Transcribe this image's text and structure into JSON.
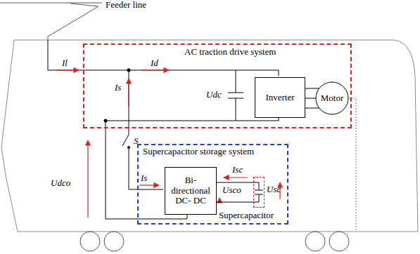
{
  "diagram": {
    "nodes": [
      {
        "text": [
          "AC traction drive system"
        ]
      },
      {
        "text": [
          "Inverter"
        ],
        "in": 0
      },
      {
        "text": [
          "Motor"
        ],
        "in": 0
      },
      {
        "text": [
          "Supercapacitor storage system"
        ]
      },
      {
        "text": [
          "Bi-directional DC- DC"
        ],
        "in": 3
      },
      {
        "text": [
          "Supercapacitor"
        ],
        "in": 3
      }
    ],
    "edges": [
      {
        "from": 1,
        "to": 2,
        "arrow": "none"
      },
      {
        "from": 1,
        "to": 2,
        "arrow": "none"
      },
      {
        "from": 1,
        "to": 2,
        "arrow": "none"
      },
      {
        "from": 4,
        "to": 5,
        "arrow": "none"
      },
      {
        "from": 4,
        "to": 5,
        "arrow": "none"
      }
    ],
    "labels": [
      "Feeder line",
      "Il",
      "Id",
      "Is",
      "Udc",
      "S",
      "Udco",
      "Is",
      "Isc",
      "Usco",
      "Usc"
    ]
  }
}
